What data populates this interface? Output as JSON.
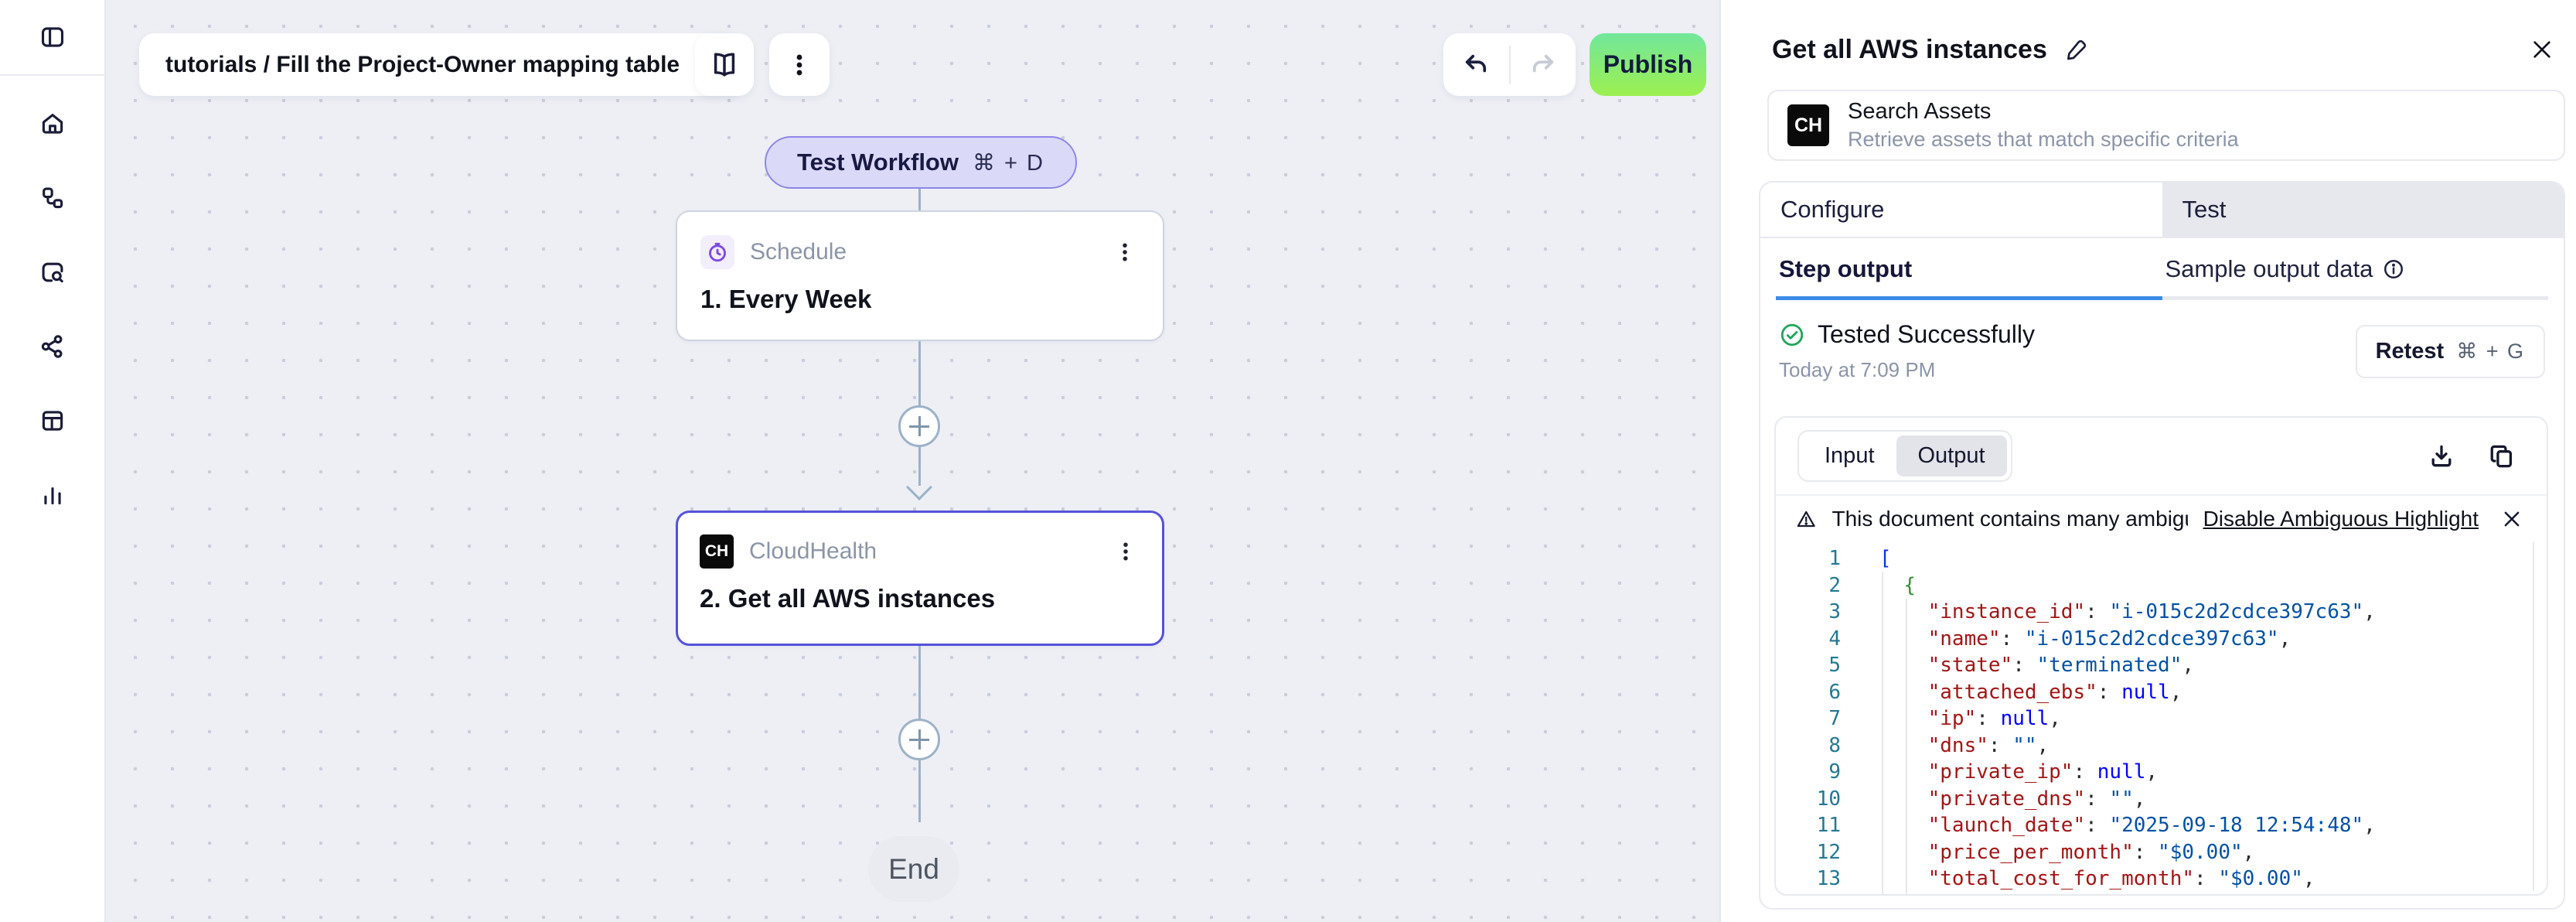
{
  "colors": {
    "publish_gradient_top": "#72e79b",
    "publish_gradient_bottom": "#9cf04f",
    "test_pill_bg": "#dbd9f8",
    "test_pill_border": "#8e87e8",
    "selected_node_border": "#5552d8",
    "subtab_active_underline": "#3d8be8",
    "success_green": "#1fa65a",
    "code_gutter": "#237893",
    "code_key": "#a31515",
    "code_string": "#0451a5",
    "code_null": "#0000ff"
  },
  "toolbar": {
    "breadcrumb": "tutorials / Fill the Project-Owner mapping table",
    "publish_label": "Publish"
  },
  "canvas": {
    "test_workflow": {
      "label": "Test Workflow",
      "shortcut": "⌘ + D"
    },
    "nodes": [
      {
        "type_label": "Schedule",
        "title": "1. Every Week"
      },
      {
        "logo": "CH",
        "type_label": "CloudHealth",
        "title": "2. Get all AWS instances"
      }
    ],
    "end_label": "End"
  },
  "panel": {
    "title": "Get all AWS instances",
    "app": {
      "logo": "CH",
      "name": "Search Assets",
      "description": "Retrieve assets that match specific criteria"
    },
    "tabs": {
      "configure": "Configure",
      "test": "Test"
    },
    "subtabs": {
      "step_output": "Step output",
      "sample_output": "Sample output data"
    },
    "status": {
      "message": "Tested Successfully",
      "timestamp": "Today at 7:09 PM",
      "retest_label": "Retest",
      "retest_shortcut": "⌘ + G"
    },
    "output": {
      "input_label": "Input",
      "output_label": "Output",
      "warning": {
        "text": "This document contains many ambiguous unicode",
        "link": "Disable Ambiguous Highlight"
      },
      "code": {
        "lines": [
          {
            "n": "1",
            "segs": [
              [
                "[",
                "b1"
              ]
            ]
          },
          {
            "n": "2",
            "segs": [
              [
                "  ",
                ""
              ],
              [
                "{",
                "b2"
              ]
            ]
          },
          {
            "n": "3",
            "segs": [
              [
                "    ",
                ""
              ],
              [
                "\"instance_id\"",
                "key"
              ],
              [
                ": ",
                "pun"
              ],
              [
                "\"i-015c2d2cdce397c63\"",
                "str"
              ],
              [
                ",",
                "pun"
              ]
            ]
          },
          {
            "n": "4",
            "segs": [
              [
                "    ",
                ""
              ],
              [
                "\"name\"",
                "key"
              ],
              [
                ": ",
                "pun"
              ],
              [
                "\"i-015c2d2cdce397c63\"",
                "str"
              ],
              [
                ",",
                "pun"
              ]
            ]
          },
          {
            "n": "5",
            "segs": [
              [
                "    ",
                ""
              ],
              [
                "\"state\"",
                "key"
              ],
              [
                ": ",
                "pun"
              ],
              [
                "\"terminated\"",
                "str"
              ],
              [
                ",",
                "pun"
              ]
            ]
          },
          {
            "n": "6",
            "segs": [
              [
                "    ",
                ""
              ],
              [
                "\"attached_ebs\"",
                "key"
              ],
              [
                ": ",
                "pun"
              ],
              [
                "null",
                "kw"
              ],
              [
                ",",
                "pun"
              ]
            ]
          },
          {
            "n": "7",
            "segs": [
              [
                "    ",
                ""
              ],
              [
                "\"ip\"",
                "key"
              ],
              [
                ": ",
                "pun"
              ],
              [
                "null",
                "kw"
              ],
              [
                ",",
                "pun"
              ]
            ]
          },
          {
            "n": "8",
            "segs": [
              [
                "    ",
                ""
              ],
              [
                "\"dns\"",
                "key"
              ],
              [
                ": ",
                "pun"
              ],
              [
                "\"\"",
                "str"
              ],
              [
                ",",
                "pun"
              ]
            ]
          },
          {
            "n": "9",
            "segs": [
              [
                "    ",
                ""
              ],
              [
                "\"private_ip\"",
                "key"
              ],
              [
                ": ",
                "pun"
              ],
              [
                "null",
                "kw"
              ],
              [
                ",",
                "pun"
              ]
            ]
          },
          {
            "n": "10",
            "segs": [
              [
                "    ",
                ""
              ],
              [
                "\"private_dns\"",
                "key"
              ],
              [
                ": ",
                "pun"
              ],
              [
                "\"\"",
                "str"
              ],
              [
                ",",
                "pun"
              ]
            ]
          },
          {
            "n": "11",
            "segs": [
              [
                "    ",
                ""
              ],
              [
                "\"launch_date\"",
                "key"
              ],
              [
                ": ",
                "pun"
              ],
              [
                "\"2025-09-18 12:54:48\"",
                "str"
              ],
              [
                ",",
                "pun"
              ]
            ]
          },
          {
            "n": "12",
            "segs": [
              [
                "    ",
                ""
              ],
              [
                "\"price_per_month\"",
                "key"
              ],
              [
                ": ",
                "pun"
              ],
              [
                "\"$0.00\"",
                "str"
              ],
              [
                ",",
                "pun"
              ]
            ]
          },
          {
            "n": "13",
            "segs": [
              [
                "    ",
                ""
              ],
              [
                "\"total_cost_for_month\"",
                "key"
              ],
              [
                ": ",
                "pun"
              ],
              [
                "\"$0.00\"",
                "str"
              ],
              [
                ",",
                "pun"
              ]
            ]
          }
        ]
      }
    }
  }
}
